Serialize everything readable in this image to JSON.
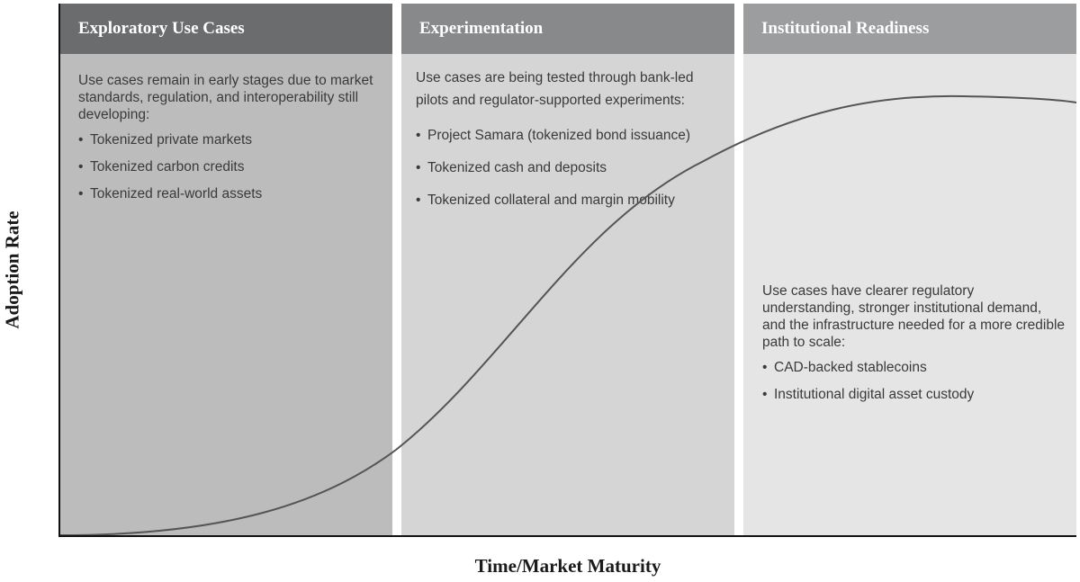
{
  "panels": [
    {
      "title": "Exploratory Use Cases",
      "intro": "Use cases remain in early stages due to market standards, regulation, and interoperability still developing:",
      "bullets": [
        "Tokenized private markets",
        "Tokenized carbon credits",
        "Tokenized real-world assets"
      ]
    },
    {
      "title": "Experimentation",
      "intro": "Use cases are being tested through bank-led pilots and regulator-supported experiments:",
      "bullets": [
        "Project Samara (tokenized bond issuance)",
        "Tokenized cash and deposits",
        "Tokenized collateral and margin mobility"
      ]
    },
    {
      "title": "Institutional Readiness",
      "intro": "Use cases have clearer regulatory understanding, stronger institutional demand, and the infrastructure needed for a more credible path to scale:",
      "bullets": [
        "CAD-backed stablecoins",
        "Institutional digital asset custody"
      ]
    }
  ],
  "axes": {
    "y_label": "Adoption Rate",
    "x_label": "Time/Market Maturity"
  },
  "colors": {
    "curve": "#555555",
    "axis": "#111111",
    "header_1": "#6b6c6e",
    "header_2": "#88898b",
    "header_3": "#9c9d9f",
    "body_1": "#bcbcbd",
    "body_2": "#d5d5d6",
    "body_3": "#e5e5e6"
  }
}
